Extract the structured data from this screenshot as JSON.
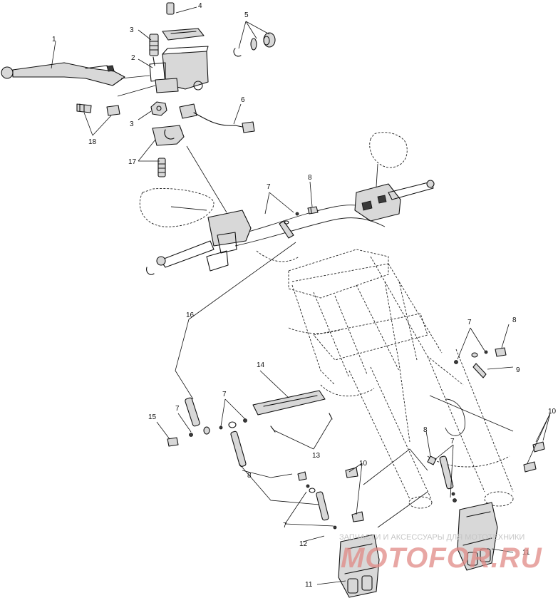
{
  "callouts": [
    {
      "id": "c1",
      "text": "1"
    },
    {
      "id": "c2",
      "text": "2"
    },
    {
      "id": "c3a",
      "text": "3"
    },
    {
      "id": "c3b",
      "text": "3"
    },
    {
      "id": "c4",
      "text": "4"
    },
    {
      "id": "c5",
      "text": "5"
    },
    {
      "id": "c6",
      "text": "6"
    },
    {
      "id": "c7a",
      "text": "7"
    },
    {
      "id": "c7b",
      "text": "7"
    },
    {
      "id": "c7c",
      "text": "7"
    },
    {
      "id": "c7d",
      "text": "7"
    },
    {
      "id": "c7e",
      "text": "7"
    },
    {
      "id": "c7f",
      "text": "7"
    },
    {
      "id": "c8a",
      "text": "8"
    },
    {
      "id": "c8b",
      "text": "8"
    },
    {
      "id": "c8c",
      "text": "8"
    },
    {
      "id": "c8d",
      "text": "8"
    },
    {
      "id": "c9",
      "text": "9"
    },
    {
      "id": "c10a",
      "text": "10"
    },
    {
      "id": "c10b",
      "text": "10"
    },
    {
      "id": "c11a",
      "text": "11"
    },
    {
      "id": "c11b",
      "text": "11"
    },
    {
      "id": "c12",
      "text": "12"
    },
    {
      "id": "c13",
      "text": "13"
    },
    {
      "id": "c14",
      "text": "14"
    },
    {
      "id": "c15",
      "text": "15"
    },
    {
      "id": "c16",
      "text": "16"
    },
    {
      "id": "c17",
      "text": "17"
    },
    {
      "id": "c18",
      "text": "18"
    }
  ],
  "watermark": {
    "tagline": "ЗАПЧАСТИ И АКСЕССУАРЫ ДЛЯ МОТОТЕХНИКИ",
    "logo": "MOTOFOR.RU"
  }
}
